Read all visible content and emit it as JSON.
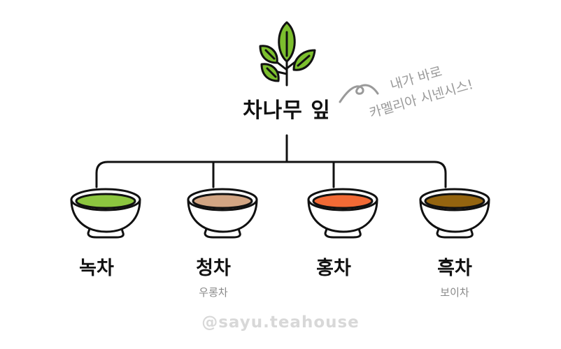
{
  "root": {
    "title": "차나무 잎",
    "icon": "tea-leaf-branch-icon",
    "leaf_color": "#7cbf2e"
  },
  "annotation": {
    "line1": "내가 바로",
    "line2": "카멜리아 시넨시스!",
    "color": "#9a9a9a"
  },
  "teas": [
    {
      "name": "녹차",
      "subtitle": "",
      "liquid_color": "#8cc63f"
    },
    {
      "name": "청차",
      "subtitle": "우롱차",
      "liquid_color": "#d2a583"
    },
    {
      "name": "홍차",
      "subtitle": "",
      "liquid_color": "#f26a35"
    },
    {
      "name": "흑차",
      "subtitle": "보이차",
      "liquid_color": "#94640f"
    }
  ],
  "footer": {
    "watermark": "@sayu.teahouse"
  }
}
